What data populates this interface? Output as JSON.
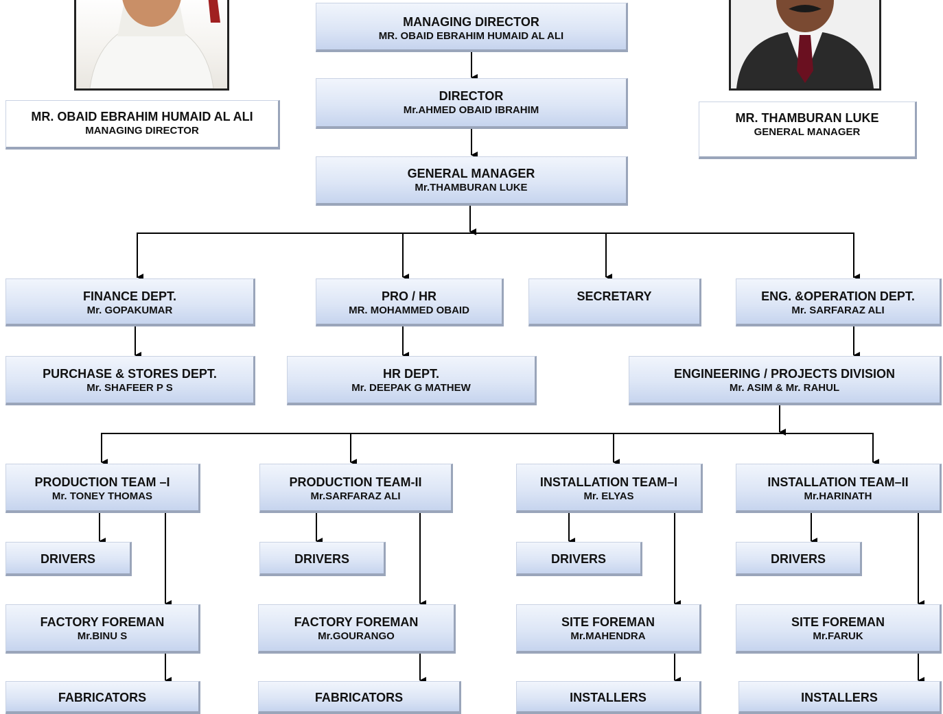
{
  "photos": {
    "left": {
      "name": "MR. OBAID EBRAHIM HUMAID AL ALI",
      "title": "MANAGING DIRECTOR"
    },
    "right": {
      "name": "MR. THAMBURAN LUKE",
      "title": "GENERAL MANAGER"
    }
  },
  "nodes": {
    "md": {
      "title": "MANAGING DIRECTOR",
      "name": "MR. OBAID EBRAHIM HUMAID AL ALI"
    },
    "director": {
      "title": "DIRECTOR",
      "name": "Mr.AHMED OBAID IBRAHIM"
    },
    "gm": {
      "title": "GENERAL MANAGER",
      "name": "Mr.THAMBURAN LUKE"
    },
    "finance": {
      "title": "FINANCE DEPT.",
      "name": "Mr. GOPAKUMAR"
    },
    "prohr": {
      "title": "PRO / HR",
      "name": "MR. MOHAMMED OBAID"
    },
    "secretary": {
      "title": "SECRETARY"
    },
    "engop": {
      "title": "ENG. &OPERATION DEPT.",
      "name": "Mr. SARFARAZ ALI"
    },
    "purchase": {
      "title": "PURCHASE & STORES DEPT.",
      "name": "Mr. SHAFEER P S"
    },
    "hrdept": {
      "title": "HR DEPT.",
      "name": "Mr. DEEPAK G MATHEW"
    },
    "engproj": {
      "title": "ENGINEERING / PROJECTS DIVISION",
      "name": "Mr. ASIM & Mr. RAHUL"
    },
    "prod1": {
      "title": "PRODUCTION TEAM –I",
      "name": "Mr. TONEY THOMAS"
    },
    "prod2": {
      "title": "PRODUCTION TEAM-II",
      "name": "Mr.SARFARAZ ALI"
    },
    "inst1": {
      "title": "INSTALLATION TEAM–I",
      "name": "Mr. ELYAS"
    },
    "inst2": {
      "title": "INSTALLATION TEAM–II",
      "name": "Mr.HARINATH"
    },
    "drivers1": {
      "title": "DRIVERS"
    },
    "drivers2": {
      "title": "DRIVERS"
    },
    "drivers3": {
      "title": "DRIVERS"
    },
    "drivers4": {
      "title": "DRIVERS"
    },
    "foreman1": {
      "title": "FACTORY FOREMAN",
      "name": "Mr.BINU S"
    },
    "foreman2": {
      "title": "FACTORY FOREMAN",
      "name": "Mr.GOURANGO"
    },
    "foreman3": {
      "title": "SITE FOREMAN",
      "name": "Mr.MAHENDRA"
    },
    "foreman4": {
      "title": "SITE FOREMAN",
      "name": "Mr.FARUK"
    },
    "workers1": {
      "title": "FABRICATORS"
    },
    "workers2": {
      "title": "FABRICATORS"
    },
    "workers3": {
      "title": "INSTALLERS"
    },
    "workers4": {
      "title": "INSTALLERS"
    }
  }
}
